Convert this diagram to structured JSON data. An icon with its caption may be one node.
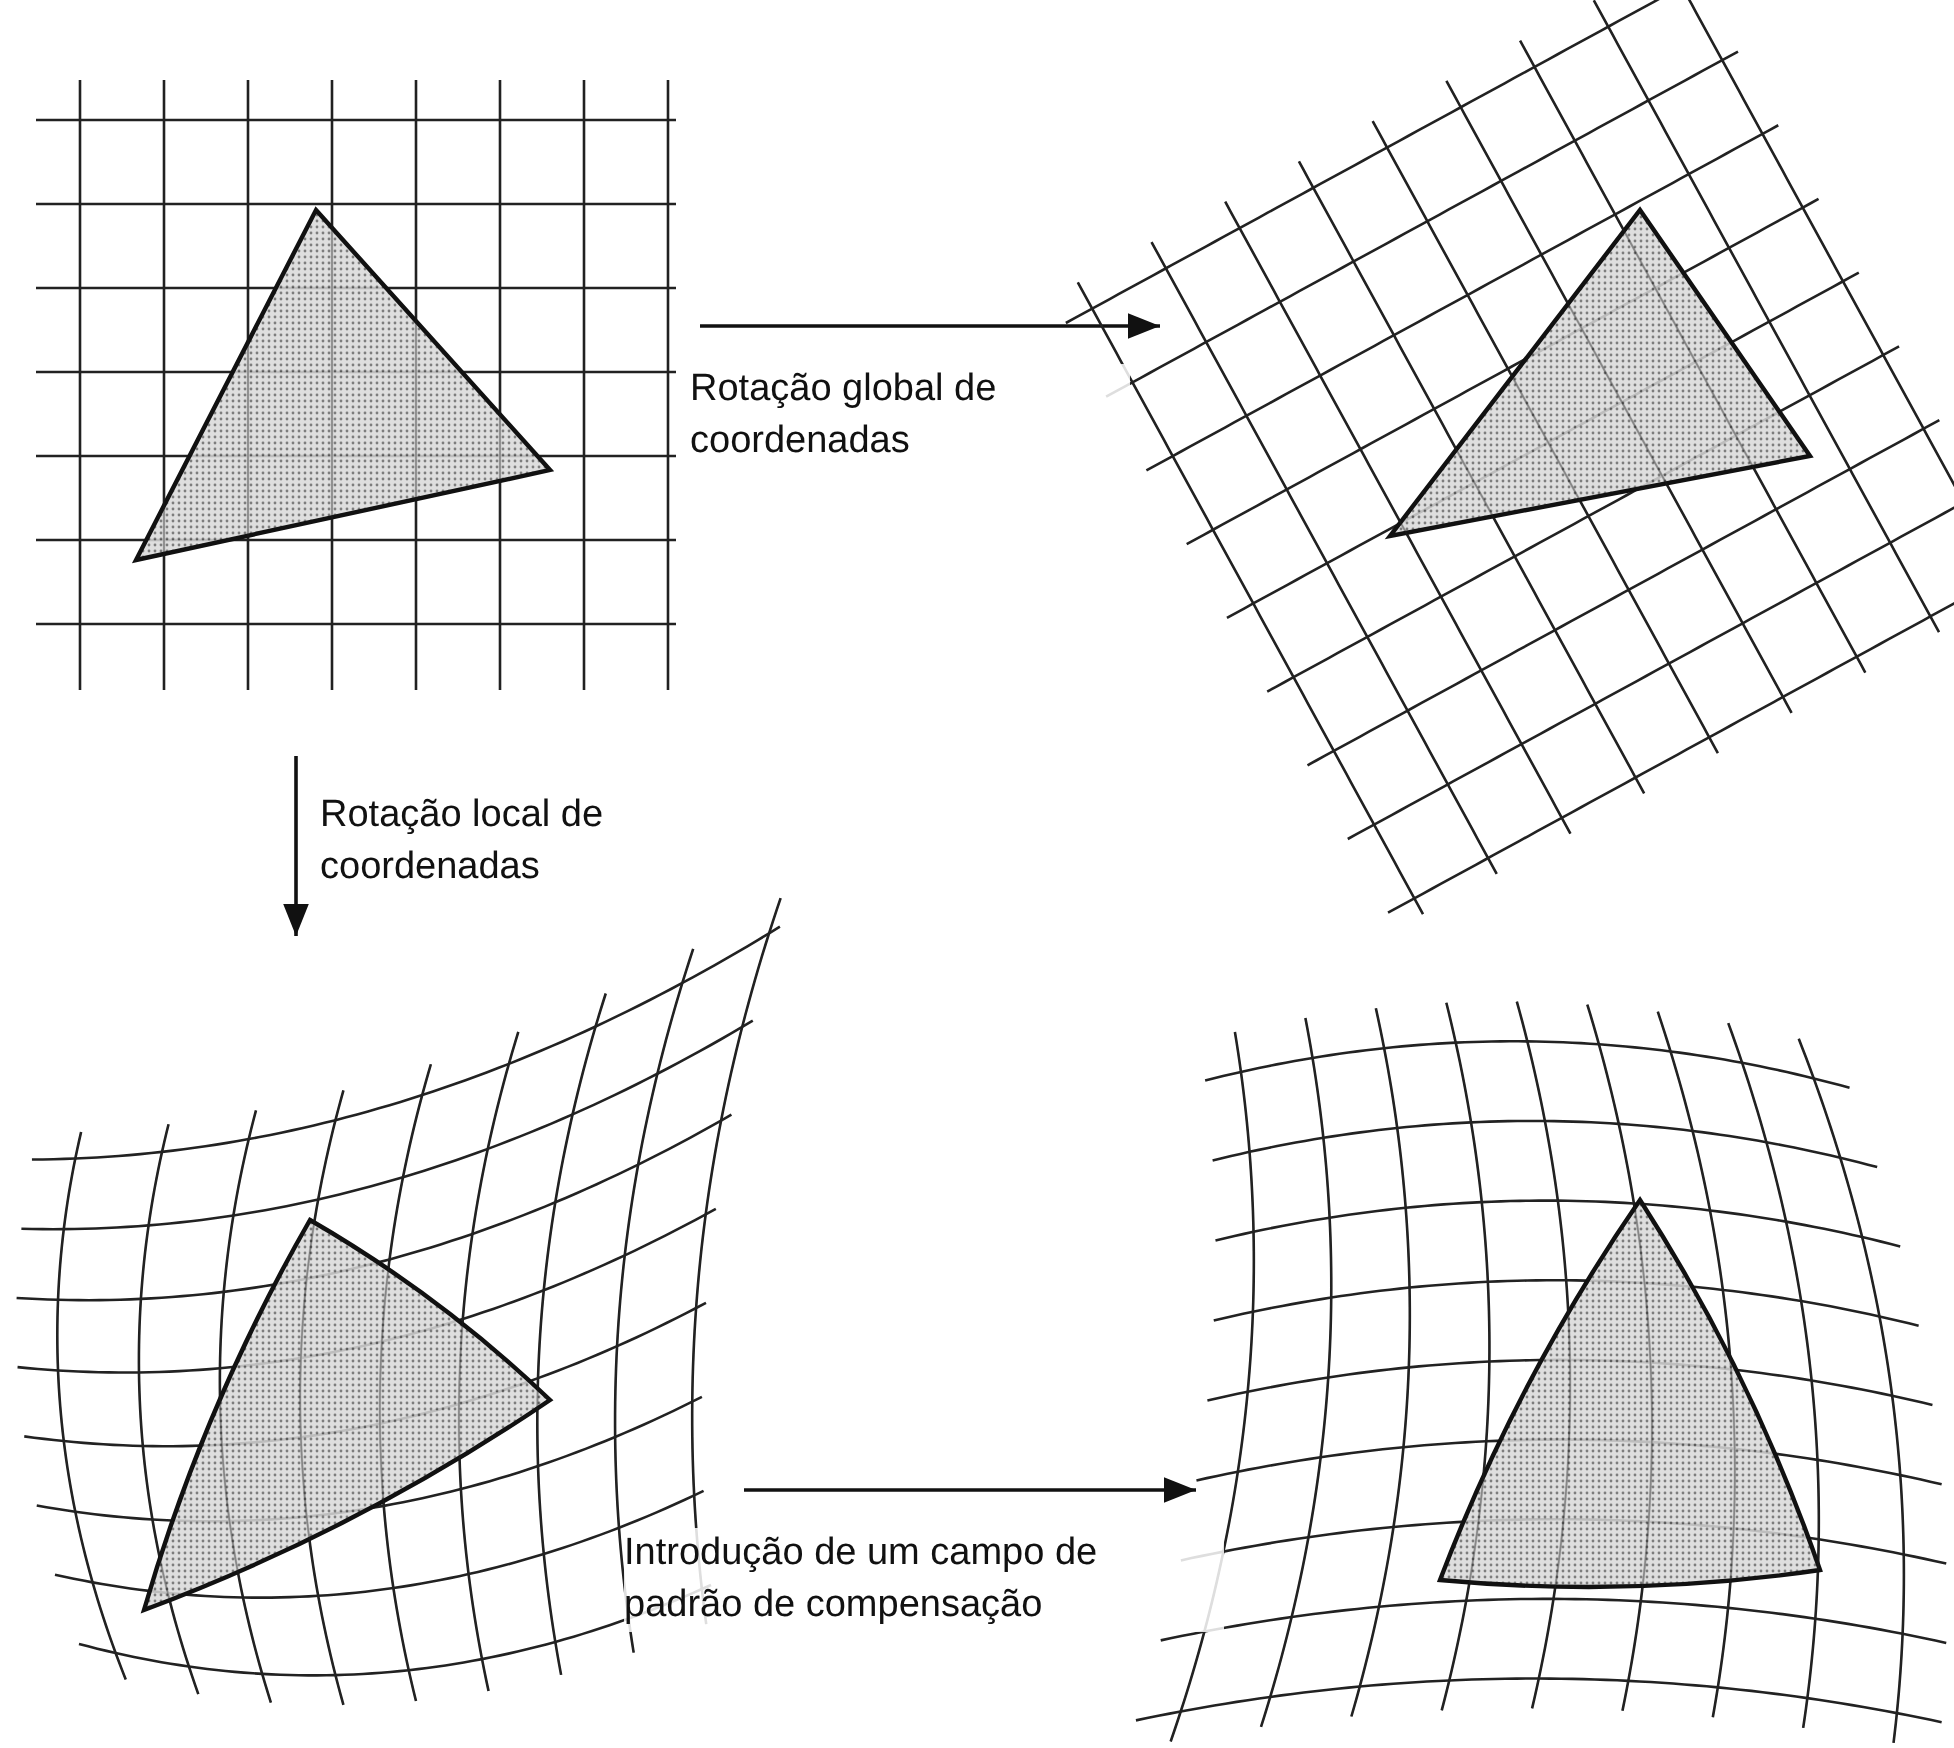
{
  "diagram": {
    "nodes": [
      {
        "text": [],
        "shape": "picture"
      },
      {
        "text": [],
        "shape": "picture"
      },
      {
        "text": [],
        "shape": "picture"
      },
      {
        "text": [],
        "shape": "picture"
      }
    ],
    "edges": [
      {
        "from": 0,
        "to": 1,
        "arrow": "to",
        "label": "Rotação global de coordenadas"
      },
      {
        "from": 0,
        "to": 2,
        "arrow": "to",
        "label": "Rotação local de coordenadas"
      },
      {
        "from": 2,
        "to": 3,
        "arrow": "to",
        "label": "Introdução de um campo de padrão de compensação"
      }
    ]
  }
}
